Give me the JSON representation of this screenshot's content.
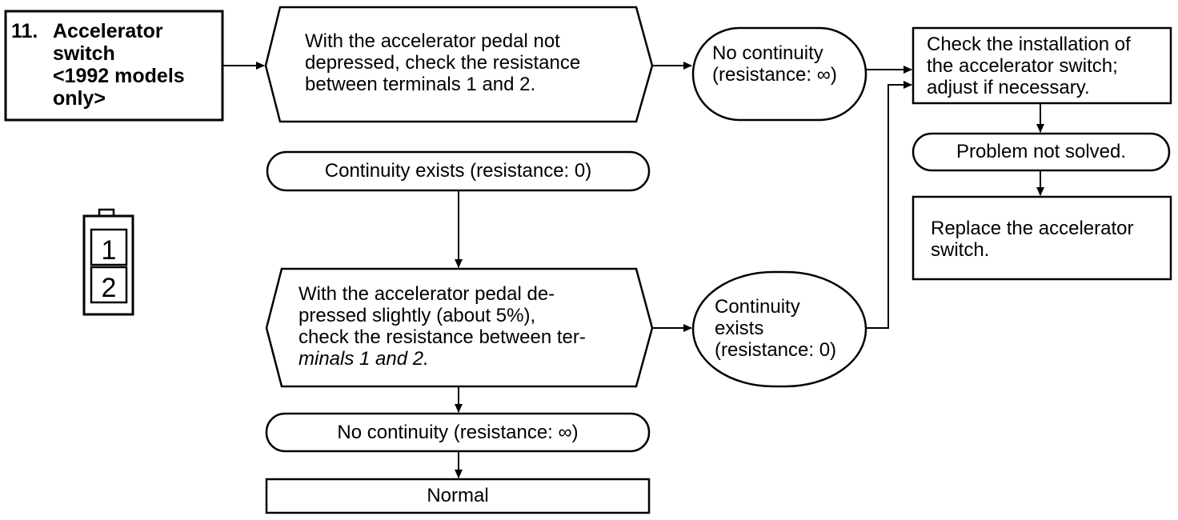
{
  "title": {
    "number": "11.",
    "name": "Accelerator\nswitch\n<1992 models\nonly>"
  },
  "connector": {
    "terminal_1": "1",
    "terminal_2": "2"
  },
  "steps": {
    "check_not_depressed": "With the accelerator pedal not\ndepressed, check the resistance\nbetween terminals 1 and 2.",
    "no_continuity_result": "No continuity\n(resistance: ∞)",
    "check_installation": "Check the installation of\nthe accelerator switch;\nadjust if necessary.",
    "problem_not_solved": "Problem not solved.",
    "replace_switch": "Replace the accelerator\nswitch.",
    "continuity_exists": "Continuity exists (resistance: 0)",
    "check_depressed_main": "With the accelerator pedal de-\npressed slightly (about 5%),\ncheck the resistance between ter-",
    "check_depressed_last": "minals 1 and 2.",
    "continuity_exists_result": "Continuity\nexists\n(resistance: 0)",
    "no_continuity_bottom": "No continuity (resistance: ∞)",
    "normal": "Normal"
  }
}
